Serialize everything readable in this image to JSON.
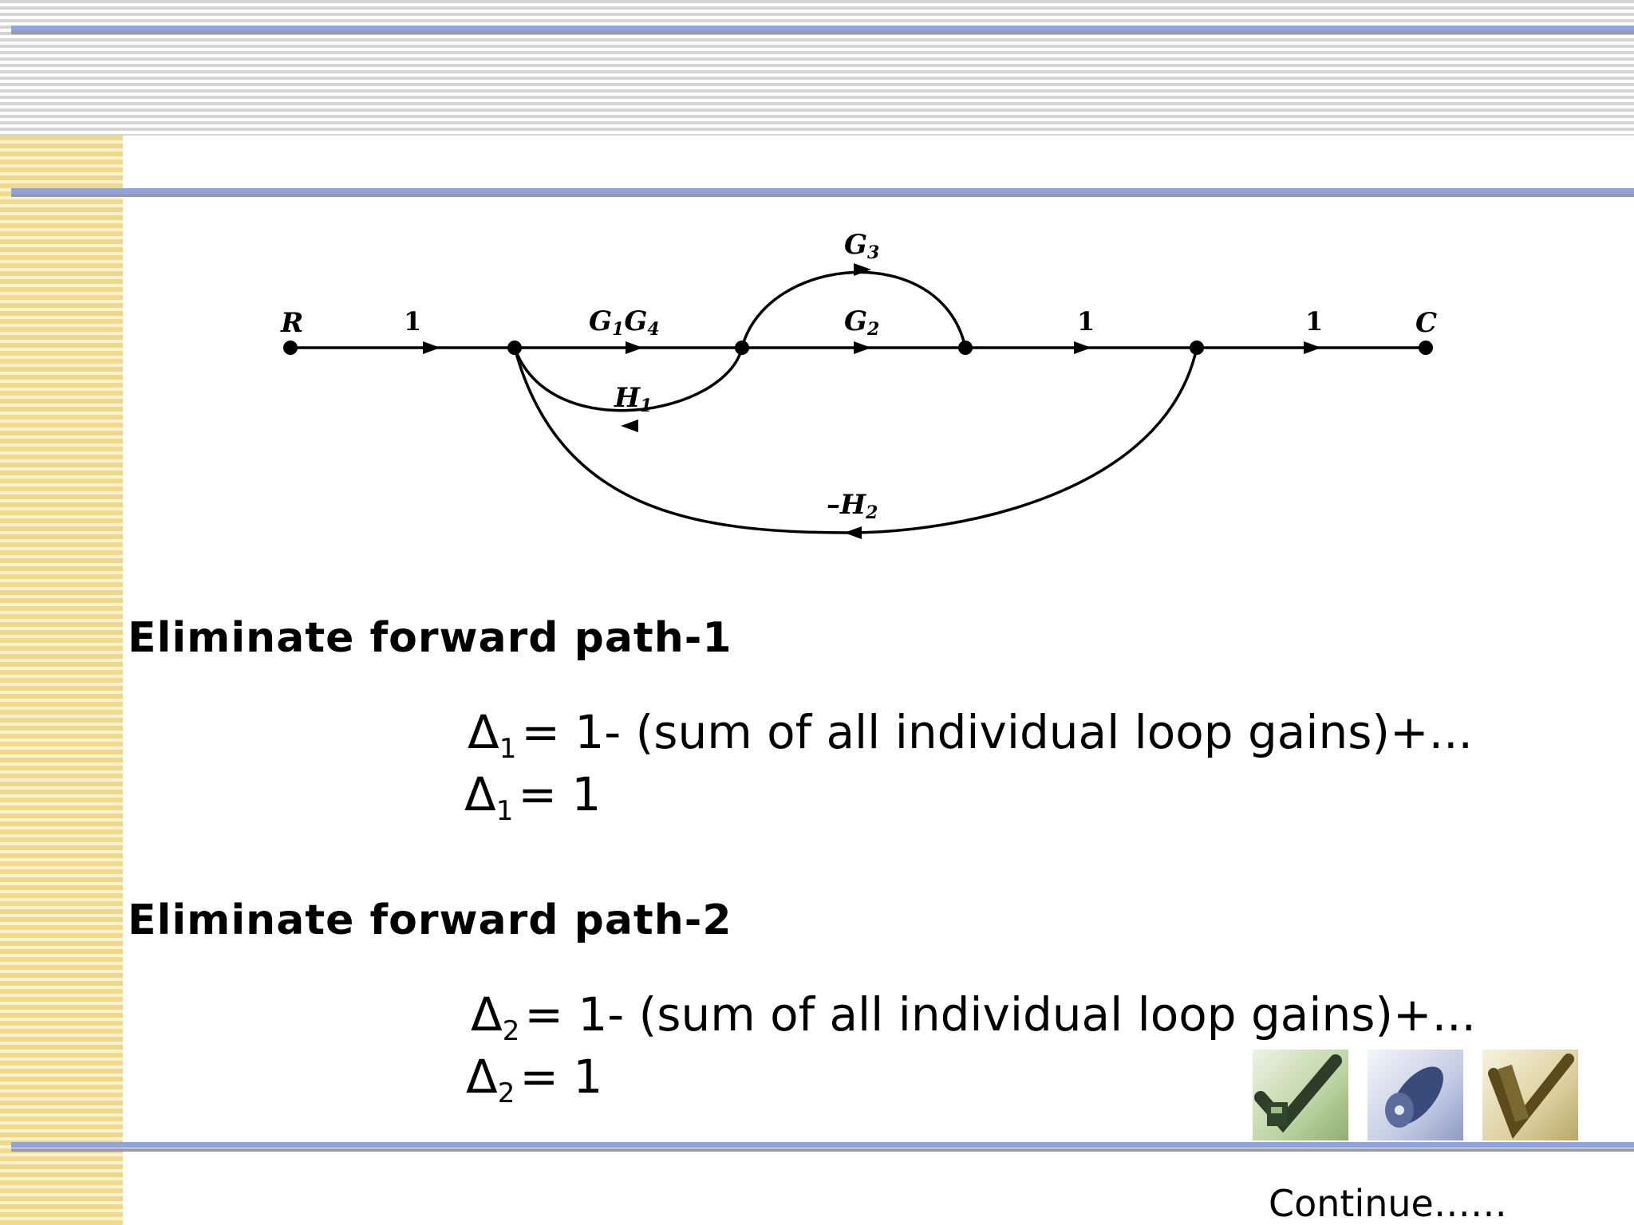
{
  "diagram": {
    "nodes": [
      "R",
      "C"
    ],
    "branches": {
      "r_to_n1": "1",
      "n1_to_n2": {
        "base": "G",
        "sub1": "1",
        "base2": "G",
        "sub2": "4"
      },
      "g3": {
        "base": "G",
        "sub": "3"
      },
      "g2": {
        "base": "G",
        "sub": "2"
      },
      "n3_to_n4": "1",
      "n4_to_c": "1",
      "h1": {
        "base": "H",
        "sub": "1"
      },
      "h2": {
        "base": "–H",
        "sub": "2"
      }
    }
  },
  "sections": [
    {
      "heading": "Eliminate forward path-1",
      "lines": [
        {
          "symbol": "Δ",
          "sub": "1",
          "text": "= 1- (sum of all individual loop gains)+..."
        },
        {
          "symbol": "Δ",
          "sub": "1",
          "text": "= 1"
        }
      ]
    },
    {
      "heading": "Eliminate forward path-2",
      "lines": [
        {
          "symbol": "Δ",
          "sub": "2",
          "text": "= 1- (sum of all individual loop gains)+..."
        },
        {
          "symbol": "Δ",
          "sub": "2",
          "text": "= 1"
        }
      ]
    }
  ],
  "nav": {
    "continue_label": "Continue……",
    "icons": [
      "check-disk-icon",
      "cd-disc-icon",
      "notepad-check-icon"
    ]
  },
  "colors": {
    "rule": "#8fa3dc",
    "stripe_gray": "#d4d4d4",
    "stripe_yellow": "#f1d98c"
  }
}
